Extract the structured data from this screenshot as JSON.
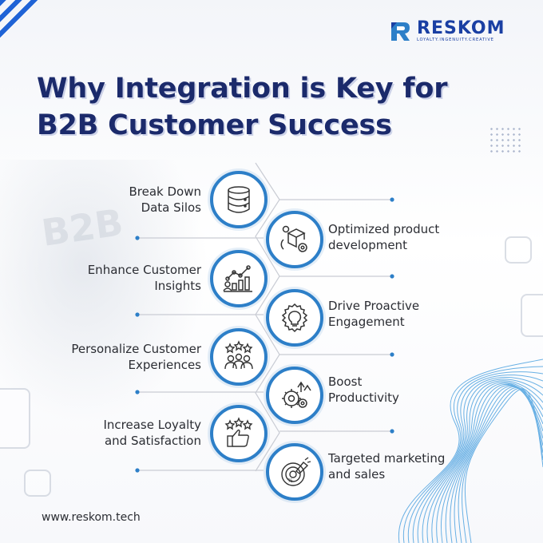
{
  "brand": {
    "name": "RESKOM",
    "tagline": "LOYALTY.INGENUITY.CREATIVE"
  },
  "title": {
    "line1": "Why Integration is Key for",
    "line2": "B2B Customer Success"
  },
  "items": [
    {
      "line1": "Break Down",
      "line2": "Data Silos",
      "icon": "database-icon"
    },
    {
      "line1": "Optimized product",
      "line2": "development",
      "icon": "product-box-gear-icon"
    },
    {
      "line1": "Enhance Customer",
      "line2": "Insights",
      "icon": "analytics-chart-icon"
    },
    {
      "line1": "Drive Proactive",
      "line2": "Engagement",
      "icon": "gear-lightbulb-icon"
    },
    {
      "line1": "Personalize Customer",
      "line2": "Experiences",
      "icon": "customers-rating-icon"
    },
    {
      "line1": "Boost",
      "line2": "Productivity",
      "icon": "productivity-gears-icon"
    },
    {
      "line1": "Increase Loyalty",
      "line2": "and Satisfaction",
      "icon": "thumbs-up-stars-icon"
    },
    {
      "line1": "Targeted marketing",
      "line2": "and sales",
      "icon": "target-megaphone-icon"
    }
  ],
  "footer": {
    "url": "www.reskom.tech"
  },
  "colors": {
    "title": "#1b2a6b",
    "accent": "#2d7fc8",
    "brand": "#1a3fa3"
  },
  "background_text": "B2B"
}
